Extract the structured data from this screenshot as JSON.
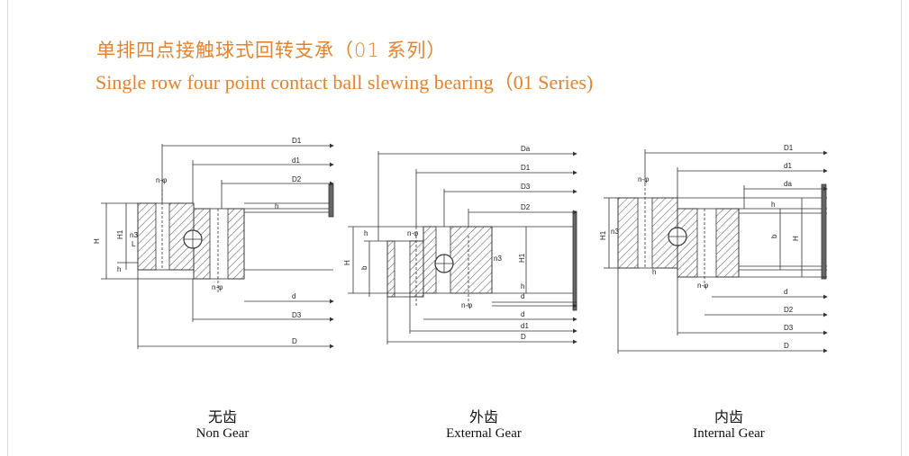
{
  "header": {
    "title_cn": "单排四点接触球式回转支承（01 系列）",
    "title_en": "Single row four point contact ball slewing bearing（01 Series)"
  },
  "variants": [
    {
      "caption_cn": "无齿",
      "caption_en": "Non Gear",
      "dims_top": [
        "D1",
        "d1",
        "D2"
      ],
      "dims_bottom": [
        "d",
        "D3",
        "D"
      ],
      "labels": [
        "n-φ",
        "n-φ",
        "H",
        "H1",
        "n3",
        "h",
        "h",
        "L"
      ]
    },
    {
      "caption_cn": "外齿",
      "caption_en": "External Gear",
      "dims_top": [
        "Da",
        "D1",
        "D3",
        "D2"
      ],
      "dims_bottom": [
        "d",
        "d",
        "d1",
        "D"
      ],
      "labels": [
        "n-φ",
        "n-φ",
        "H",
        "b",
        "h",
        "H1",
        "n3",
        "h"
      ]
    },
    {
      "caption_cn": "内齿",
      "caption_en": "Internal Gear",
      "dims_top": [
        "D1",
        "d1",
        "da"
      ],
      "dims_bottom": [
        "d",
        "D2",
        "D3",
        "D"
      ],
      "labels": [
        "n-φ",
        "n-φ",
        "H1",
        "n3",
        "h",
        "b",
        "H",
        "h"
      ]
    }
  ],
  "colors": {
    "title": "#e8822a",
    "line": "#333333"
  }
}
